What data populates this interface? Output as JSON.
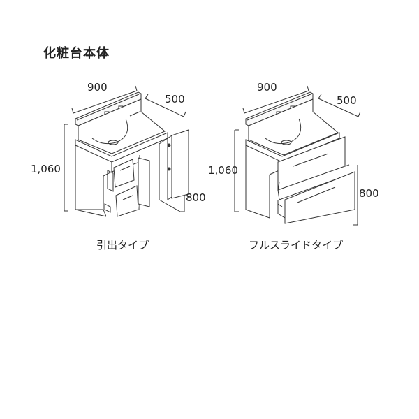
{
  "section_title": "化粧台本体",
  "left_unit": {
    "width": "900",
    "depth": "500",
    "height": "1,060",
    "counter_height": "800",
    "caption": "引出タイプ"
  },
  "right_unit": {
    "width": "900",
    "depth": "500",
    "height": "1,060",
    "counter_height": "800",
    "caption": "フルスライドタイプ"
  }
}
